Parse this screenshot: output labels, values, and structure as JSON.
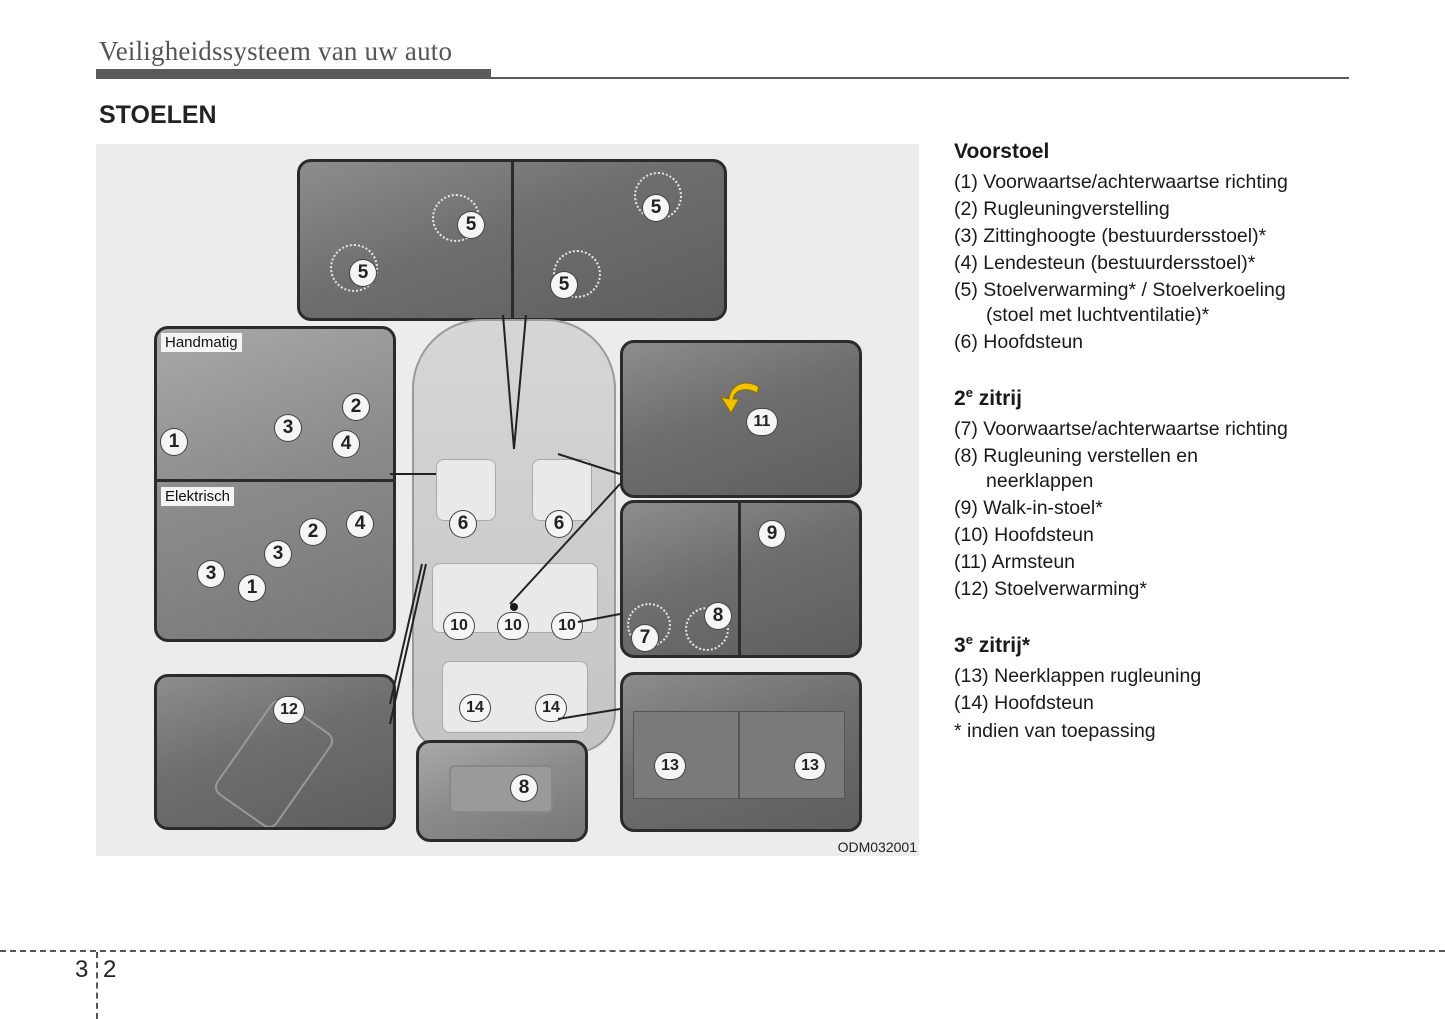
{
  "header": {
    "chapter_title": "Veiligheidssysteem van uw auto"
  },
  "section": {
    "title": "STOELEN"
  },
  "figure": {
    "code": "ODM032001",
    "labels": {
      "manual": "Handmatig",
      "electric": "Elektrisch"
    },
    "callouts": {
      "c1": "1",
      "c2": "2",
      "c3": "3",
      "c4": "4",
      "c5": "5",
      "c6": "6",
      "c7": "7",
      "c8": "8",
      "c9": "9",
      "c10": "10",
      "c11": "11",
      "c12": "12",
      "c13": "13",
      "c14": "14"
    },
    "accent_arrow_color": "#f2c200"
  },
  "legend": {
    "front": {
      "heading": "Voorstoel",
      "items": [
        {
          "num": "(1)",
          "text": "Voorwaartse/achterwaartse richting"
        },
        {
          "num": "(2)",
          "text": "Rugleuningverstelling"
        },
        {
          "num": "(3)",
          "text": "Zittinghoogte (bestuurdersstoel)*"
        },
        {
          "num": "(4)",
          "text": "Lendesteun (bestuurdersstoel)*"
        },
        {
          "num": "(5)",
          "text": "Stoelverwarming* / Stoelverkoeling",
          "cont": "(stoel met luchtventilatie)*"
        },
        {
          "num": "(6)",
          "text": "Hoofdsteun"
        }
      ]
    },
    "second": {
      "heading_num": "2",
      "heading_sup": "e",
      "heading_text": " zitrij",
      "items": [
        {
          "num": "(7)",
          "text": "Voorwaartse/achterwaartse richting"
        },
        {
          "num": "(8)",
          "text": "Rugleuning verstellen en",
          "cont": "neerklappen"
        },
        {
          "num": "(9)",
          "text": "Walk-in-stoel*"
        },
        {
          "num": "(10)",
          "text": "Hoofdsteun"
        },
        {
          "num": "(11)",
          "text": "Armsteun"
        },
        {
          "num": "(12)",
          "text": "Stoelverwarming*"
        }
      ]
    },
    "third": {
      "heading_num": "3",
      "heading_sup": "e",
      "heading_text": " zitrij*",
      "items": [
        {
          "num": "(13)",
          "text": "Neerklappen rugleuning"
        },
        {
          "num": "(14)",
          "text": "Hoofdsteun"
        }
      ],
      "note": "* indien van toepassing"
    }
  },
  "footer": {
    "chapter_num": "3",
    "page_num": "2"
  }
}
